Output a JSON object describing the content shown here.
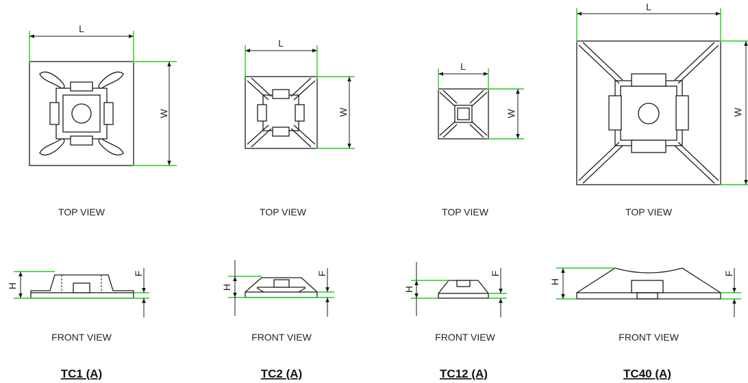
{
  "labels": {
    "top_view": "TOP VIEW",
    "front_view": "FRONT VIEW",
    "length": "L",
    "width": "W",
    "height": "H",
    "foot": "F"
  },
  "models": [
    {
      "name": "TC1 (A)"
    },
    {
      "name": "TC2 (A)"
    },
    {
      "name": "TC12 (A)"
    },
    {
      "name": "TC40 (A)"
    }
  ],
  "colors": {
    "line": "#1a1a1a",
    "dimension_extension": "#22cc22"
  }
}
